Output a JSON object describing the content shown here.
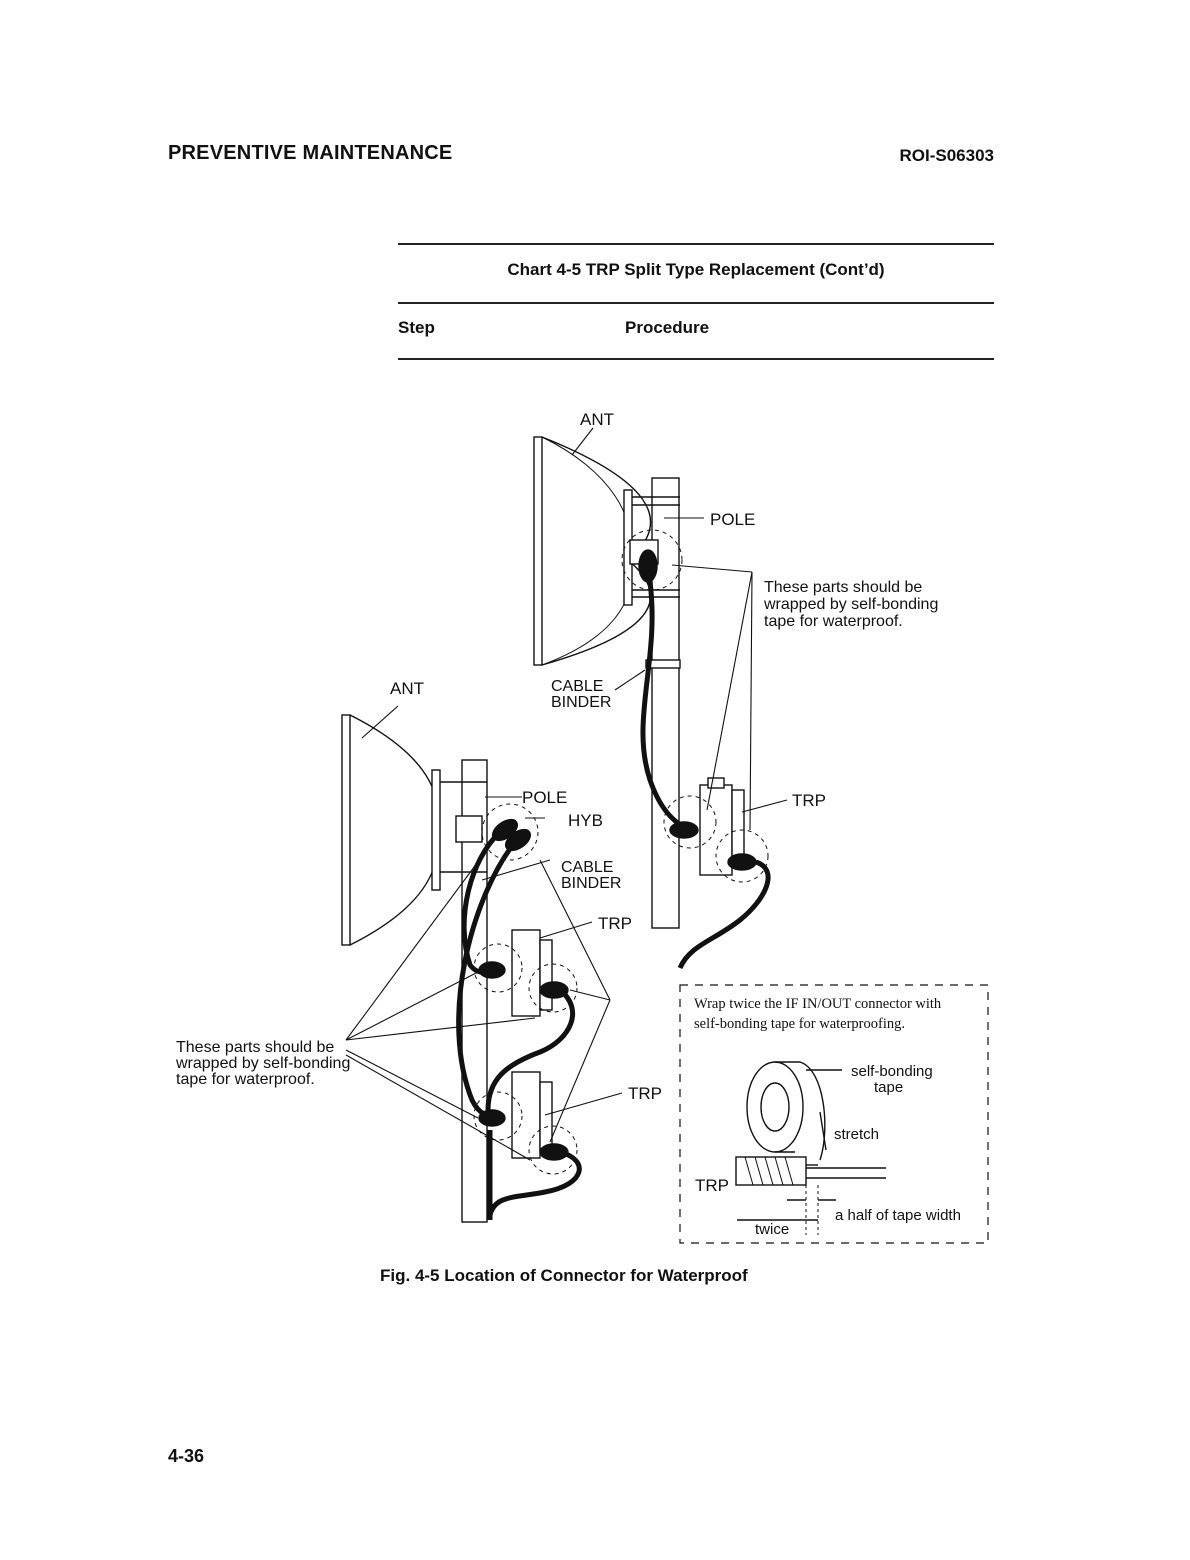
{
  "header": {
    "section": "PREVENTIVE MAINTENANCE",
    "doc_id": "ROI-S06303"
  },
  "chart": {
    "title": "Chart 4-5 TRP Split Type Replacement (Cont’d)",
    "col_step": "Step",
    "col_procedure": "Procedure"
  },
  "figure": {
    "top_ant": "ANT",
    "top_pole": "POLE",
    "note_right": [
      "These parts should be",
      "wrapped by self-bonding",
      "tape for waterproof."
    ],
    "cable_binder_top": [
      "CABLE",
      "BINDER"
    ],
    "trp_right": "TRP",
    "left_ant": "ANT",
    "left_pole": "POLE",
    "hyb": "HYB",
    "cable_binder_left": [
      "CABLE",
      "BINDER"
    ],
    "trp_upper": "TRP",
    "trp_lower": "TRP",
    "note_left": [
      "These parts should be",
      "wrapped by self-bonding",
      "tape for waterproof."
    ],
    "inset": {
      "instruction": [
        "Wrap twice the IF IN/OUT connector with",
        "self-bonding tape for waterproofing."
      ],
      "tape_label": [
        "self-bonding",
        "tape"
      ],
      "stretch": "stretch",
      "trp": "TRP",
      "half_width": "a half of tape width",
      "twice": "twice"
    },
    "caption": "Fig. 4-5  Location of Connector for Waterproof"
  },
  "footer": {
    "page": "4-36"
  }
}
